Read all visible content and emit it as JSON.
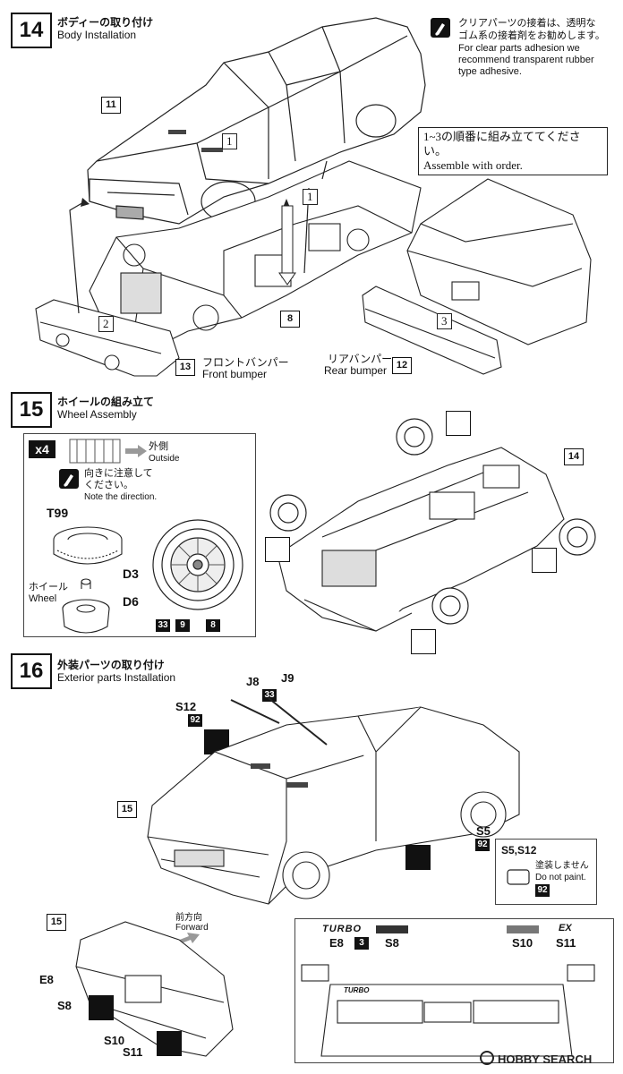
{
  "step14": {
    "number": "14",
    "title_jp": "ボディーの取り付け",
    "title_en": "Body Installation",
    "note_jp_1": "クリアパーツの接着は、透明な",
    "note_jp_2": "ゴム系の接着剤をお勧めします。",
    "note_en_1": "For clear parts adhesion we",
    "note_en_2": "recommend transparent rubber",
    "note_en_3": "type adhesive.",
    "order_jp": "1~3の順番に組み立ててください。",
    "order_en": "Assemble with order.",
    "order_1": "1",
    "order_1b": "1",
    "order_2": "2",
    "order_3": "3",
    "part_body": "11",
    "part_chassis": "8",
    "part_front_bumper": "13",
    "part_rear_bumper": "12",
    "front_bumper_jp": "フロントバンパー",
    "front_bumper_en": "Front bumper",
    "rear_bumper_jp": "リアバンパー",
    "rear_bumper_en": "Rear bumper"
  },
  "step15": {
    "number": "15",
    "title_jp": "ホイールの組み立て",
    "title_en": "Wheel Assembly",
    "qty": "x4",
    "outside_jp": "外側",
    "outside_en": "Outside",
    "direction_jp_1": "向きに注意して",
    "direction_jp_2": "ください。",
    "direction_en": "Note the direction.",
    "tire_part": "T99",
    "wheel_jp": "ホイール",
    "wheel_en": "Wheel",
    "part_d3": "D3",
    "part_d6": "D6",
    "color_33": "33",
    "color_9": "9",
    "color_8": "8",
    "chassis_part": "14"
  },
  "step16": {
    "number": "16",
    "title_jp": "外装パーツの取り付け",
    "title_en": "Exterior parts Installation",
    "part_s12": "S12",
    "color_92": "92",
    "part_j8": "J8",
    "color_33": "33",
    "part_j9": "J9",
    "body_part": "15",
    "part_s5": "S5",
    "color_92b": "92",
    "paint_box_title": "S5,S12",
    "paint_jp": "塗装しません",
    "paint_en": "Do not paint.",
    "paint_color": "92",
    "forward_jp": "前方向",
    "forward_en": "Forward",
    "rear_body_part": "15",
    "part_e8": "E8",
    "part_s8": "S8",
    "part_s10": "S10",
    "part_s11": "S11",
    "detail_e8": "E8",
    "detail_color_3": "3",
    "detail_s8": "S8",
    "detail_s10": "S10",
    "detail_s11": "S11",
    "emblem_turbo": "TURBO",
    "emblem_ex": "EX",
    "rear_turbo": "TURBO"
  },
  "watermark": "HOBBY SEARCH"
}
